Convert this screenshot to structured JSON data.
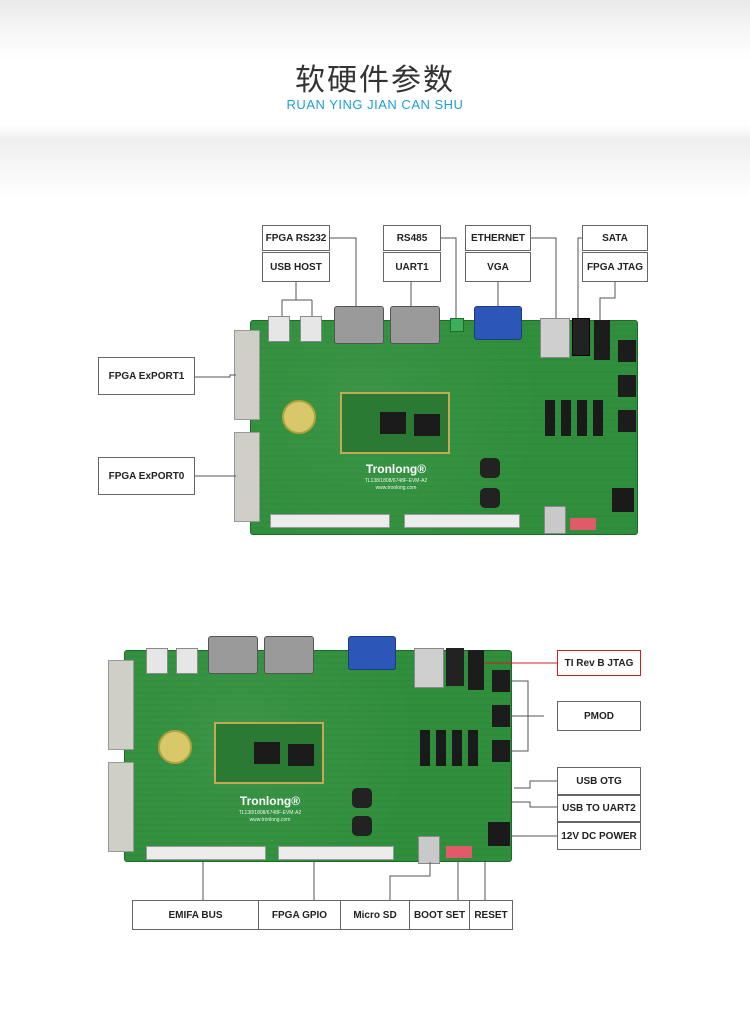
{
  "header": {
    "title": "软硬件参数",
    "subtitle": "RUAN YING JIAN CAN SHU"
  },
  "board_text": {
    "brand": "Tronlong®",
    "model": "TL138/1808/6748F-EVM-A2",
    "site": "www.tronlong.com"
  },
  "top_board_labels": {
    "fpga_rs232": "FPGA RS232",
    "usb_host": "USB HOST",
    "rs485": "RS485",
    "uart1": "UART1",
    "ethernet": "ETHERNET",
    "vga": "VGA",
    "sata": "SATA",
    "fpga_jtag": "FPGA JTAG",
    "fpga_export1": "FPGA ExPORT1",
    "fpga_export0": "FPGA ExPORT0"
  },
  "bottom_board_labels": {
    "ti_jtag": "TI Rev B JTAG",
    "pmod": "PMOD",
    "usb_otg": "USB OTG",
    "usb_uart2": "USB TO UART2",
    "dc_power": "12V DC POWER",
    "emifa_bus": "EMIFA BUS",
    "fpga_gpio": "FPGA GPIO",
    "micro_sd": "Micro SD",
    "boot_set": "BOOT SET",
    "reset": "RESET"
  },
  "colors": {
    "board_green": "#2f8f3c",
    "accent_blue": "#1e9fd8",
    "callout_red": "#d21f1f",
    "line_gray": "#666666"
  }
}
